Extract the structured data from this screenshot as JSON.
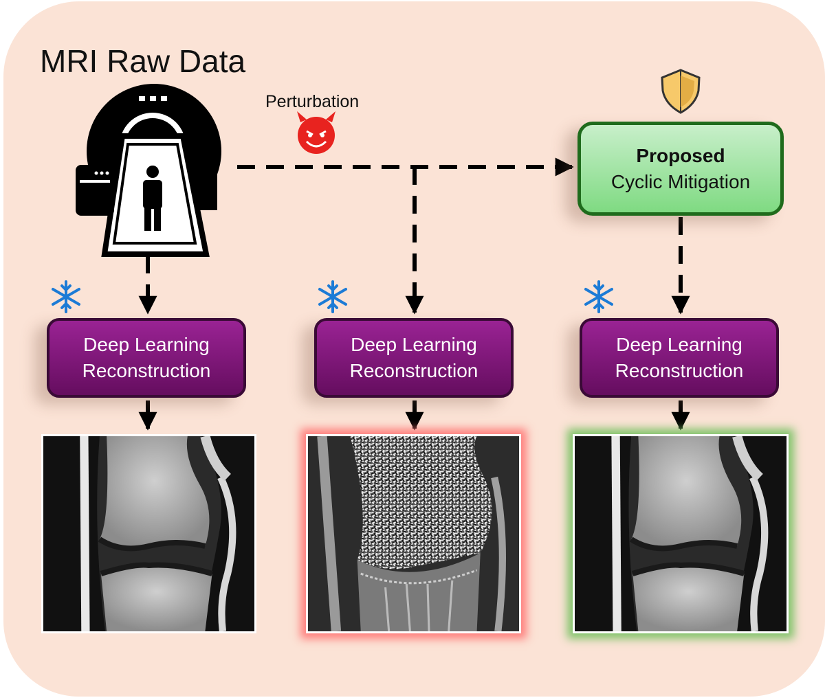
{
  "title": "MRI Raw Data",
  "perturbation_label": "Perturbation",
  "mitigation": {
    "line1": "Proposed",
    "line2": "Cyclic Mitigation"
  },
  "recon_blocks": [
    {
      "line1": "Deep Learning",
      "line2": "Reconstruction"
    },
    {
      "line1": "Deep Learning",
      "line2": "Reconstruction"
    },
    {
      "line1": "Deep Learning",
      "line2": "Reconstruction"
    }
  ],
  "icons": {
    "scanner": "mri-scanner-icon",
    "devil": "devil-icon",
    "shield": "shield-icon",
    "frozen": "snowflake-icon"
  },
  "colors": {
    "background": "#fbe3d6",
    "recon_block": "#7e1a79",
    "mitigation_block": "#a9e6ab",
    "devil": "#e8231f",
    "shield": "#f7c96a",
    "snowflake": "#1c7bd6",
    "perturbed_glow": "#ff6e6e",
    "mitigated_glow": "#6ebe5a"
  }
}
